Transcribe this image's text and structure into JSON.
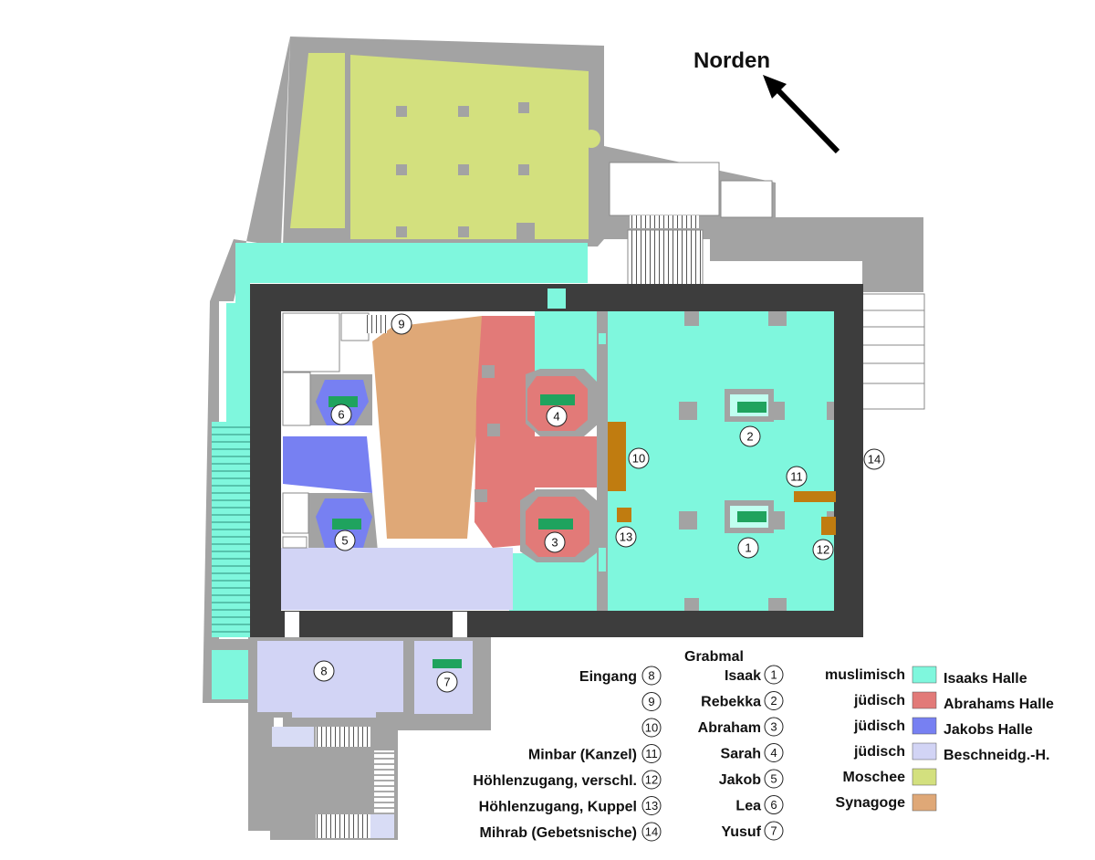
{
  "north": {
    "label": "Norden"
  },
  "colors": {
    "wall": "#3d3d3d",
    "gray": "#a3a3a3",
    "isaak": "#7ff7dd",
    "abraham": "#e27a78",
    "jakob": "#7780f2",
    "beschneidung": "#d2d4f5",
    "moschee": "#d3e07e",
    "synagoge": "#dfa877",
    "tomb": "#1fa35e",
    "furniture": "#c07c10"
  },
  "legend": {
    "grabmal_header": "Grabmal",
    "left_col": [
      {
        "text": "Eingang",
        "num": "8"
      },
      {
        "text": "",
        "num": "9"
      },
      {
        "text": "",
        "num": "10"
      },
      {
        "text": "Minbar (Kanzel)",
        "num": "11"
      },
      {
        "text": "Höhlenzugang, verschl.",
        "num": "12"
      },
      {
        "text": "Höhlenzugang, Kuppel",
        "num": "13"
      },
      {
        "text": "Mihrab (Gebetsnische)",
        "num": "14"
      }
    ],
    "mid_col": [
      {
        "text": "Isaak",
        "num": "1"
      },
      {
        "text": "Rebekka",
        "num": "2"
      },
      {
        "text": "Abraham",
        "num": "3"
      },
      {
        "text": "Sarah",
        "num": "4"
      },
      {
        "text": "Jakob",
        "num": "5"
      },
      {
        "text": "Lea",
        "num": "6"
      },
      {
        "text": "Yusuf",
        "num": "7"
      }
    ],
    "right_col": [
      {
        "religion": "muslimisch",
        "swatch": "isaak",
        "hall": "Isaaks Halle"
      },
      {
        "religion": "jüdisch",
        "swatch": "abraham",
        "hall": "Abrahams Halle"
      },
      {
        "religion": "jüdisch",
        "swatch": "jakob",
        "hall": "Jakobs Halle"
      },
      {
        "religion": "jüdisch",
        "swatch": "beschneidung",
        "hall": "Beschneidg.-H."
      },
      {
        "religion": "Moschee",
        "swatch": "moschee",
        "hall": ""
      },
      {
        "religion": "Synagoge",
        "swatch": "synagoge",
        "hall": ""
      }
    ]
  },
  "markers": [
    {
      "num": "1"
    },
    {
      "num": "2"
    },
    {
      "num": "3"
    },
    {
      "num": "4"
    },
    {
      "num": "5"
    },
    {
      "num": "6"
    },
    {
      "num": "7"
    },
    {
      "num": "8"
    },
    {
      "num": "9"
    },
    {
      "num": "10"
    },
    {
      "num": "11"
    },
    {
      "num": "12"
    },
    {
      "num": "13"
    },
    {
      "num": "14"
    }
  ]
}
